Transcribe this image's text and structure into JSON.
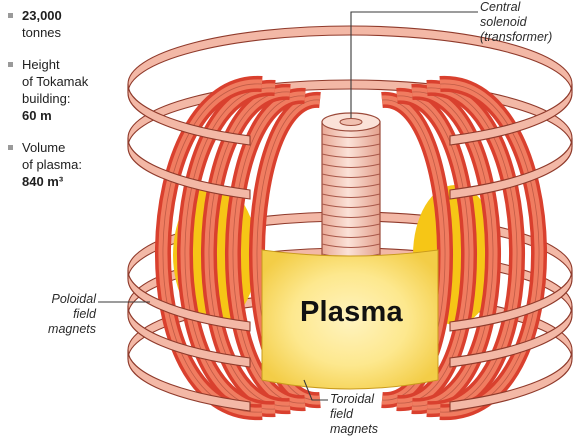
{
  "facts": [
    {
      "lines": [
        {
          "text": "23,000",
          "bold": true
        },
        {
          "text": "tonnes",
          "bold": false
        }
      ]
    },
    {
      "lines": [
        {
          "text": "Height",
          "bold": false
        },
        {
          "text": "of Tokamak",
          "bold": false
        },
        {
          "text": "building:",
          "bold": false
        },
        {
          "text": "60 m",
          "bold": true
        }
      ]
    },
    {
      "lines": [
        {
          "text": "Volume",
          "bold": false
        },
        {
          "text": "of plasma:",
          "bold": false
        },
        {
          "text": "840 m³",
          "bold": true
        }
      ]
    }
  ],
  "labels": {
    "central_solenoid": [
      "Central",
      "solenoid",
      "(transformer)"
    ],
    "poloidal": [
      "Poloidal",
      "field",
      "magnets"
    ],
    "toroidal": [
      "Toroidal",
      "field",
      "magnets"
    ],
    "plasma": "Plasma"
  },
  "colors": {
    "coil_fill": "#f3b8a6",
    "coil_stroke": "#8f3a2b",
    "toroidal_outer": "#d9402e",
    "toroidal_inner": "#f07c60",
    "plasma_fill": "#fde88e",
    "plasma_glow": "#f4c21a",
    "solenoid_fill": "#f8d3c5"
  }
}
